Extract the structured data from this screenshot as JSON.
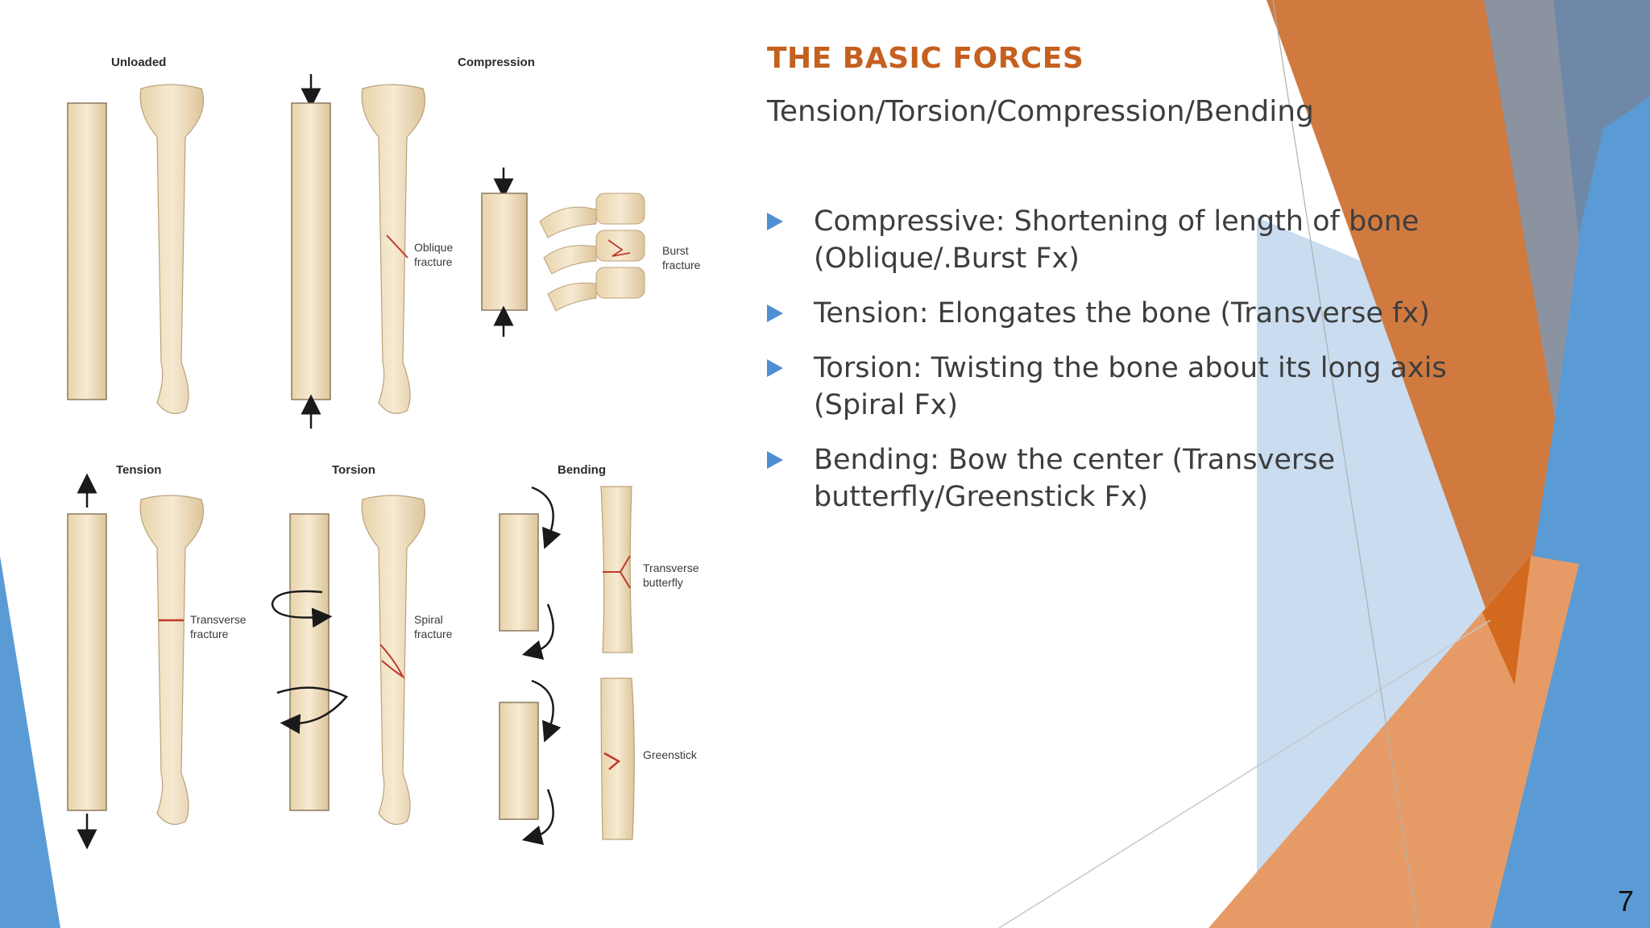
{
  "slide": {
    "title": "THE BASIC FORCES",
    "subtitle": "Tension/Torsion/Compression/Bending",
    "bullets": [
      {
        "text": "Compressive: Shortening of length of bone (Oblique/.Burst Fx)"
      },
      {
        "text": "Tension: Elongates the bone (Transverse fx)"
      },
      {
        "text": "Torsion: Twisting the bone about its long axis (Spiral Fx)"
      },
      {
        "text": "Bending: Bow the center (Transverse butterfly/Greenstick Fx)"
      }
    ],
    "page_number": "7"
  },
  "figure": {
    "panel_labels": {
      "unloaded": "Unloaded",
      "compression": "Compression",
      "tension": "Tension",
      "torsion": "Torsion",
      "bending": "Bending"
    },
    "fracture_labels": {
      "oblique_1": "Oblique",
      "oblique_2": "fracture",
      "burst_1": "Burst",
      "burst_2": "fracture",
      "transverse_1": "Transverse",
      "transverse_2": "fracture",
      "spiral_1": "Spiral",
      "spiral_2": "fracture",
      "butterfly_1": "Transverse",
      "butterfly_2": "butterfly",
      "greenstick": "Greenstick"
    }
  },
  "theme": {
    "title_color": "#c5601e",
    "text_color": "#3d3d3d",
    "bullet_color": "#4f8fd1",
    "bone_color": "#efe0c0",
    "fracture_color": "#c0392b",
    "accent_orange": "#d8742c",
    "accent_blue": "#5b9bd5",
    "accent_slate": "#6b86a8"
  }
}
